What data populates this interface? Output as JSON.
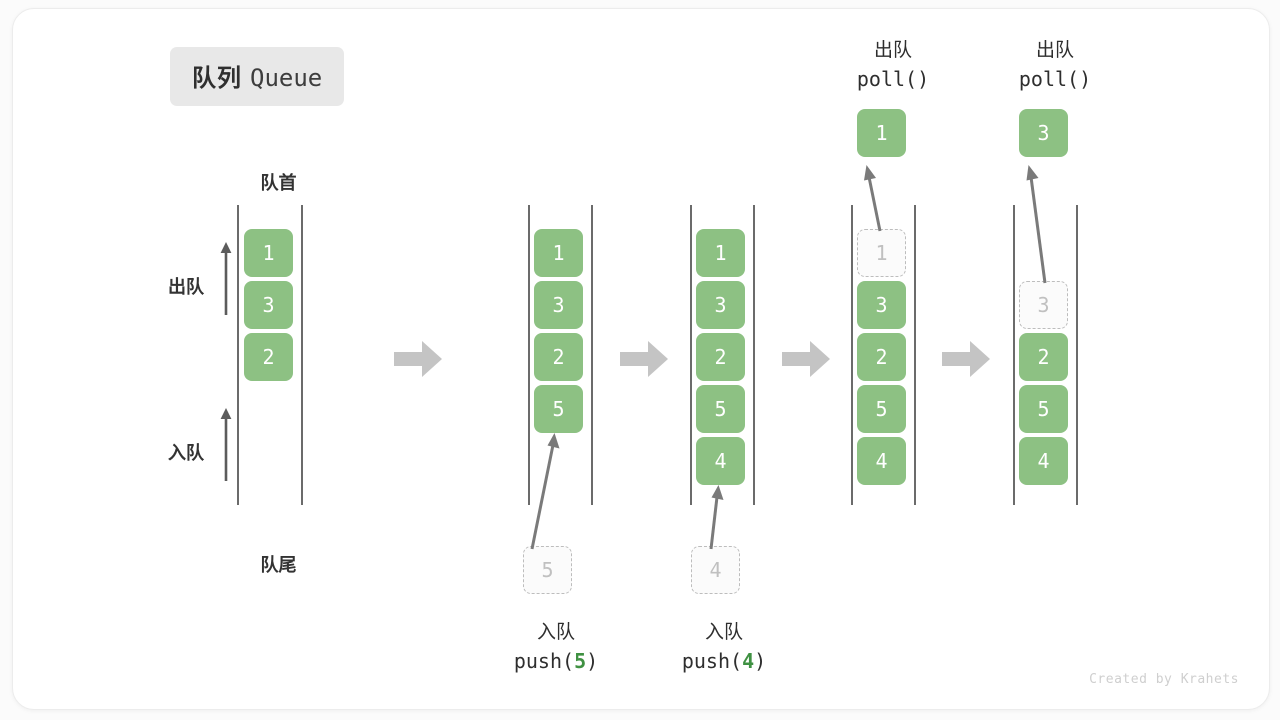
{
  "title": {
    "cn": "队列",
    "en": "Queue"
  },
  "labels": {
    "front": "队首",
    "rear": "队尾",
    "dequeue_marker": "出队",
    "enqueue_marker": "入队"
  },
  "operations": {
    "push5": {
      "cn": "入队",
      "fn_open": "push(",
      "value": "5",
      "fn_close": ")"
    },
    "push4": {
      "cn": "入队",
      "fn_open": "push(",
      "value": "4",
      "fn_close": ")"
    },
    "poll1": {
      "cn": "出队",
      "code": "poll()"
    },
    "poll2": {
      "cn": "出队",
      "code": "poll()"
    }
  },
  "ghosts": {
    "incoming5": "5",
    "incoming4": "4",
    "outgoing1": "1",
    "outgoing3": "3"
  },
  "popped": {
    "first": "1",
    "second": "3"
  },
  "columns": [
    {
      "name": "initial",
      "cells": [
        "1",
        "3",
        "2"
      ]
    },
    {
      "name": "after-push5",
      "cells": [
        "1",
        "3",
        "2",
        "5"
      ]
    },
    {
      "name": "after-push4",
      "cells": [
        "1",
        "3",
        "2",
        "5",
        "4"
      ]
    },
    {
      "name": "after-poll1",
      "cells": [
        "1",
        "3",
        "2",
        "5",
        "4"
      ],
      "ghost_index": 0
    },
    {
      "name": "after-poll2",
      "cells": [
        "3",
        "2",
        "5",
        "4"
      ],
      "ghost_index": 0
    }
  ],
  "colors": {
    "cell_green": "#8dc183",
    "accent_green": "#3f9142",
    "rail_gray": "#6b6b6b",
    "flow_arrow_gray": "#c4c4c4",
    "ghost_border": "#bdbdbd",
    "badge_bg": "#e8e8e8"
  },
  "credit": "Created by Krahets"
}
